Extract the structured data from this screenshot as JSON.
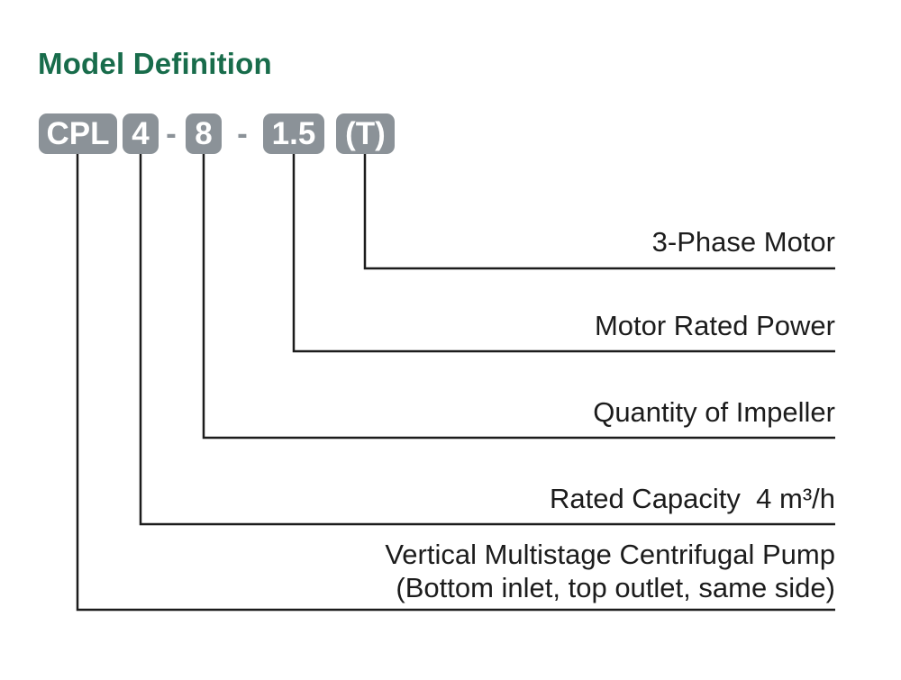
{
  "page": {
    "title": "Model Definition"
  },
  "model_code": {
    "full_code": "CPL 4-8-1.5 (T)",
    "segments": [
      "CPL",
      "4",
      "8",
      "1.5",
      "(T)"
    ],
    "separator": "-"
  },
  "callouts": [
    {
      "code": "(T)",
      "label": "3-Phase Motor"
    },
    {
      "code": "1.5",
      "label": "Motor Rated Power"
    },
    {
      "code": "8",
      "label": "Quantity of Impeller"
    },
    {
      "code": "4",
      "label": "Rated Capacity  4 m³/h"
    },
    {
      "code": "CPL",
      "label": "Vertical Multistage Centrifugal Pump",
      "label_line2": "(Bottom inlet, top outlet, same side)"
    }
  ],
  "colors": {
    "title_green": "#186c4b",
    "block_gray": "#8b9298",
    "block_text": "#ffffff",
    "line_dark": "#1c1c1c",
    "background": "#ffffff"
  }
}
